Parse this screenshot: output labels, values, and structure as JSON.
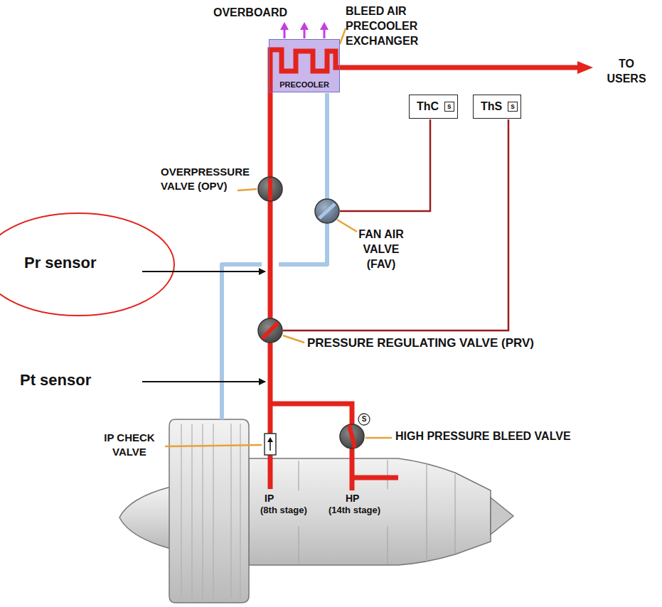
{
  "diagram": {
    "nodes": [
      {
        "text": [
          "PRECOOLER"
        ]
      },
      {
        "text": [
          "ThC"
        ]
      },
      {
        "text": [
          "s"
        ],
        "in": 1
      },
      {
        "text": [
          "ThS"
        ]
      },
      {
        "text": [
          "s"
        ],
        "in": 3
      }
    ],
    "labels": [
      "OVERBOARD",
      "BLEED AIR PRECOOLER EXCHANGER",
      "TO USERS",
      "OVERPRESSURE VALVE (OPV)",
      "Pr sensor",
      "FAN AIR VALVE (FAV)",
      "PRESSURE REGULATING VALVE (PRV)",
      "Pt sensor",
      "IP CHECK VALVE",
      "HIGH PRESSURE BLEED VALVE",
      "S",
      "IP",
      "(8th stage)",
      "HP",
      "(14th stage)"
    ]
  }
}
